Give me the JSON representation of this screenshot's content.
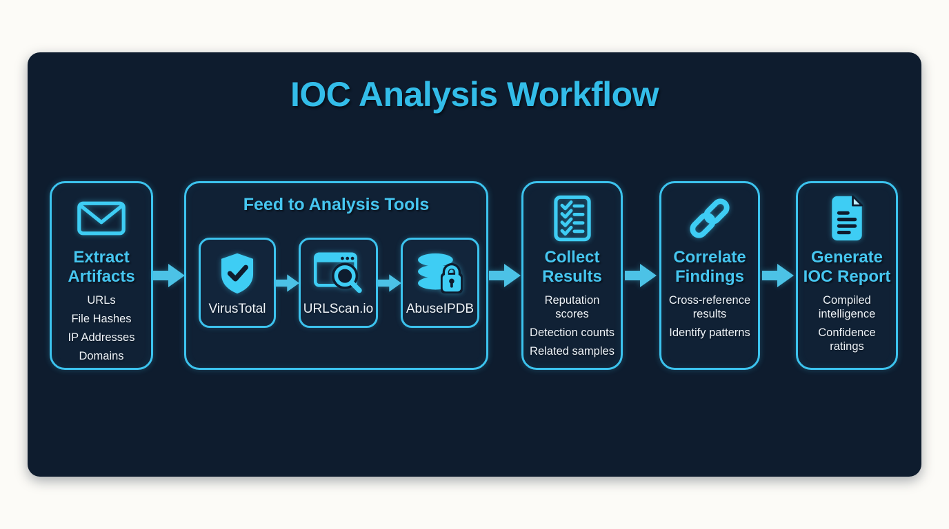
{
  "title": "IOC Analysis Workflow",
  "colors": {
    "page_background": "#fcfbf7",
    "panel_background": "#0e1c2e",
    "accent_cyan": "#3cc3ee",
    "arrow_cyan": "#4cc2e6",
    "text_light": "#eef3f8"
  },
  "steps": [
    {
      "id": "extract-artifacts",
      "icon": "envelope-icon",
      "title": "Extract Artifacts",
      "items": [
        "URLs",
        "File Hashes",
        "IP Addresses",
        "Domains"
      ]
    },
    {
      "id": "feed-to-tools",
      "title": "Feed to Analysis Tools",
      "tools": [
        {
          "icon": "shield-check-icon",
          "label": "VirusTotal"
        },
        {
          "icon": "browser-search-icon",
          "label": "URLScan.io"
        },
        {
          "icon": "database-lock-icon",
          "label": "AbuseIPDB"
        }
      ]
    },
    {
      "id": "collect-results",
      "icon": "checklist-icon",
      "title": "Collect Results",
      "items": [
        "Reputation scores",
        "Detection counts",
        "Related samples"
      ]
    },
    {
      "id": "correlate-findings",
      "icon": "chain-link-icon",
      "title": "Correlate Findings",
      "items": [
        "Cross-reference results",
        "Identify patterns"
      ]
    },
    {
      "id": "generate-report",
      "icon": "document-icon",
      "title": "Generate IOC Report",
      "items": [
        "Compiled intelligence",
        "Confidence ratings"
      ]
    }
  ]
}
